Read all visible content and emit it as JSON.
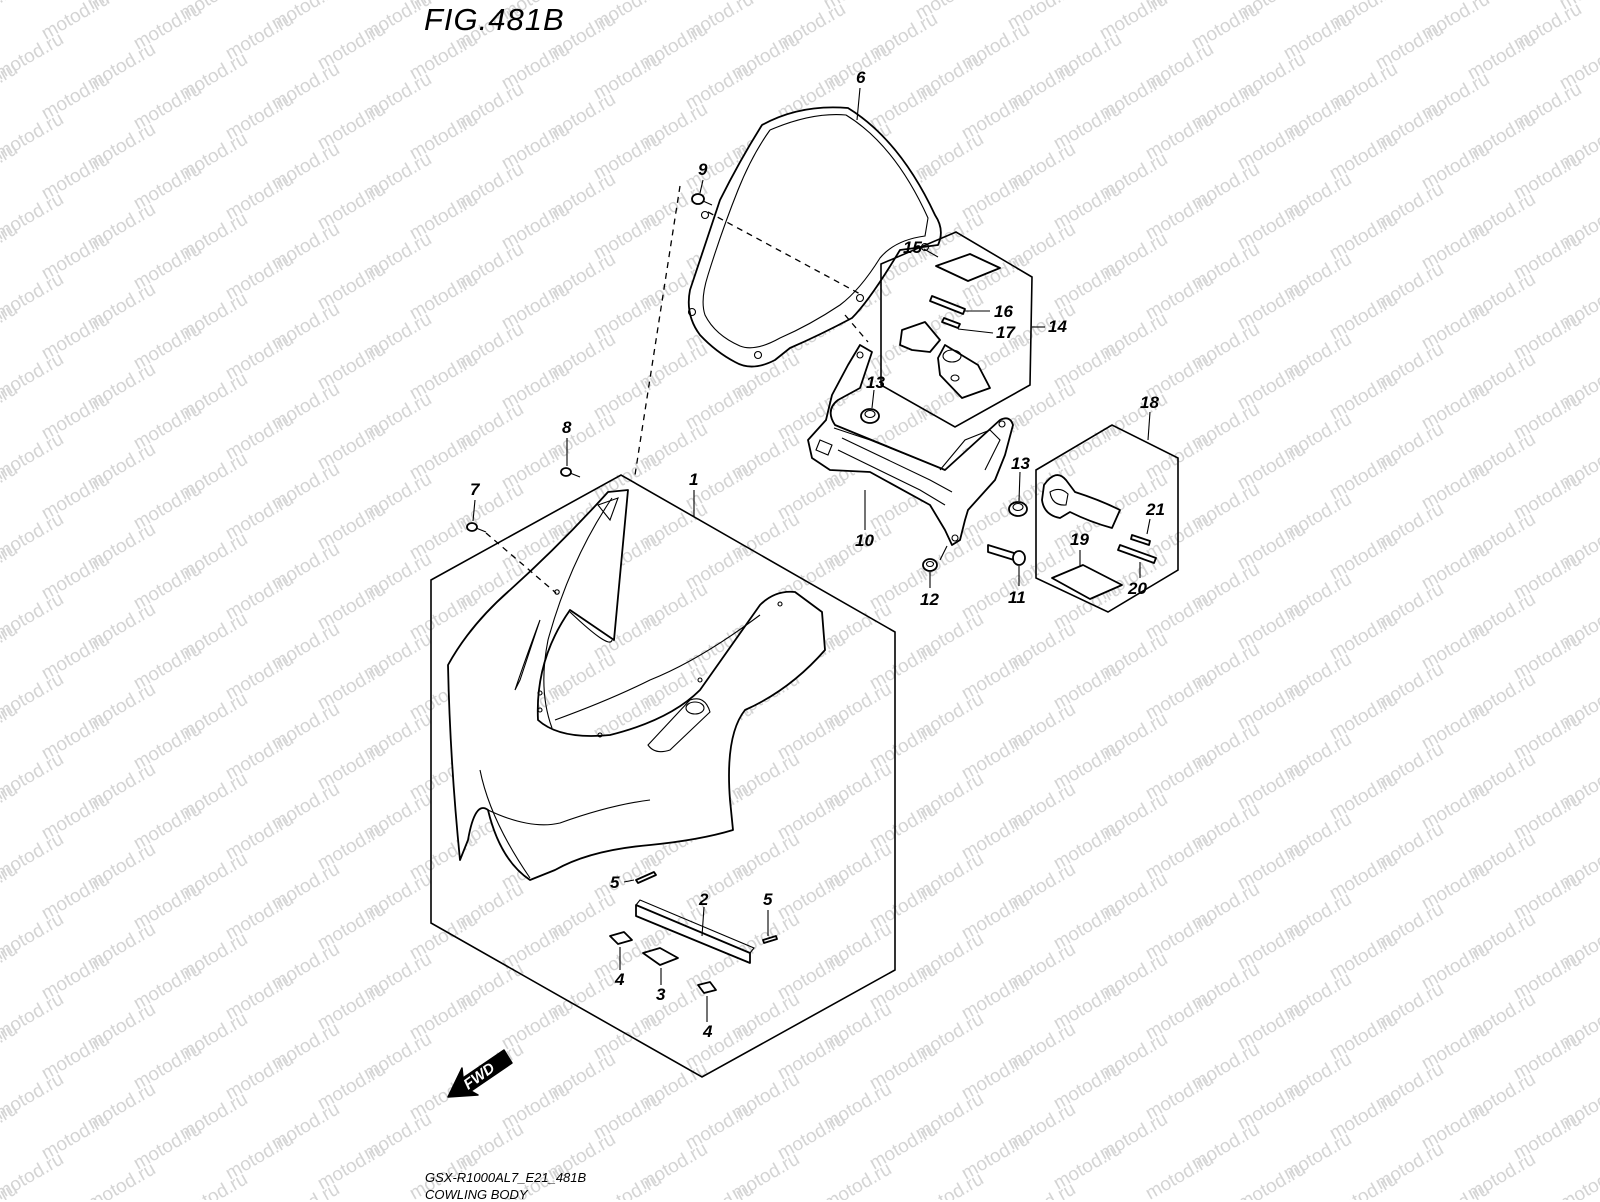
{
  "figure": {
    "title": "FIG.481B",
    "model_code": "GSX-R1000AL7_E21_481B",
    "caption": "COWLING BODY",
    "watermark": "motod.ru"
  },
  "fwd_label": "FWD",
  "callouts": [
    {
      "id": "c1",
      "label": "1"
    },
    {
      "id": "c2",
      "label": "2"
    },
    {
      "id": "c3",
      "label": "3"
    },
    {
      "id": "c4a",
      "label": "4"
    },
    {
      "id": "c4b",
      "label": "4"
    },
    {
      "id": "c5a",
      "label": "5"
    },
    {
      "id": "c5b",
      "label": "5"
    },
    {
      "id": "c6",
      "label": "6"
    },
    {
      "id": "c7",
      "label": "7"
    },
    {
      "id": "c8",
      "label": "8"
    },
    {
      "id": "c9",
      "label": "9"
    },
    {
      "id": "c10",
      "label": "10"
    },
    {
      "id": "c11",
      "label": "11"
    },
    {
      "id": "c12",
      "label": "12"
    },
    {
      "id": "c13a",
      "label": "13"
    },
    {
      "id": "c13b",
      "label": "13"
    },
    {
      "id": "c14",
      "label": "14"
    },
    {
      "id": "c15",
      "label": "15"
    },
    {
      "id": "c16",
      "label": "16"
    },
    {
      "id": "c17",
      "label": "17"
    },
    {
      "id": "c18",
      "label": "18"
    },
    {
      "id": "c19",
      "label": "19"
    },
    {
      "id": "c20",
      "label": "20"
    },
    {
      "id": "c21",
      "label": "21"
    }
  ]
}
